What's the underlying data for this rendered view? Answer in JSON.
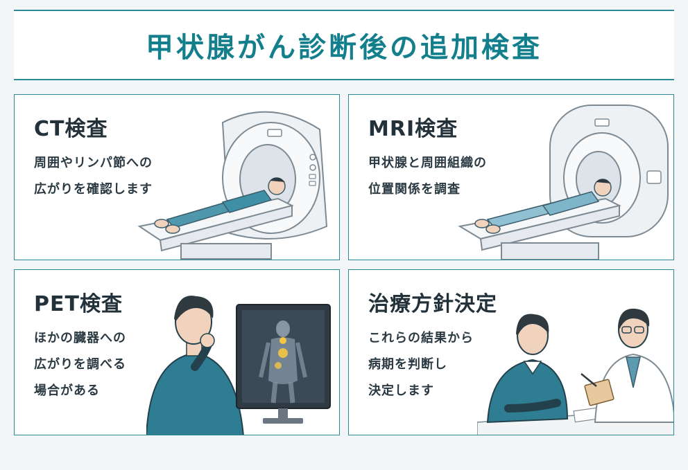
{
  "title": "甲状腺がん診断後の追加検査",
  "cards": [
    {
      "heading": "CT検査",
      "desc": "周囲やリンパ節への\n広がりを確認します"
    },
    {
      "heading": "MRI検査",
      "desc": "甲状腺と周囲組織の\n位置関係を調査"
    },
    {
      "heading": "PET検査",
      "desc": "ほかの臓器への\n広がりを調べる\n場合がある"
    },
    {
      "heading": "治療方針決定",
      "desc": "これらの結果から\n病期を判断し\n決定します"
    }
  ],
  "colors": {
    "accent": "#137f8d",
    "border": "#2a8a96",
    "patient": "#3f8fa6",
    "text": "#22313a"
  }
}
